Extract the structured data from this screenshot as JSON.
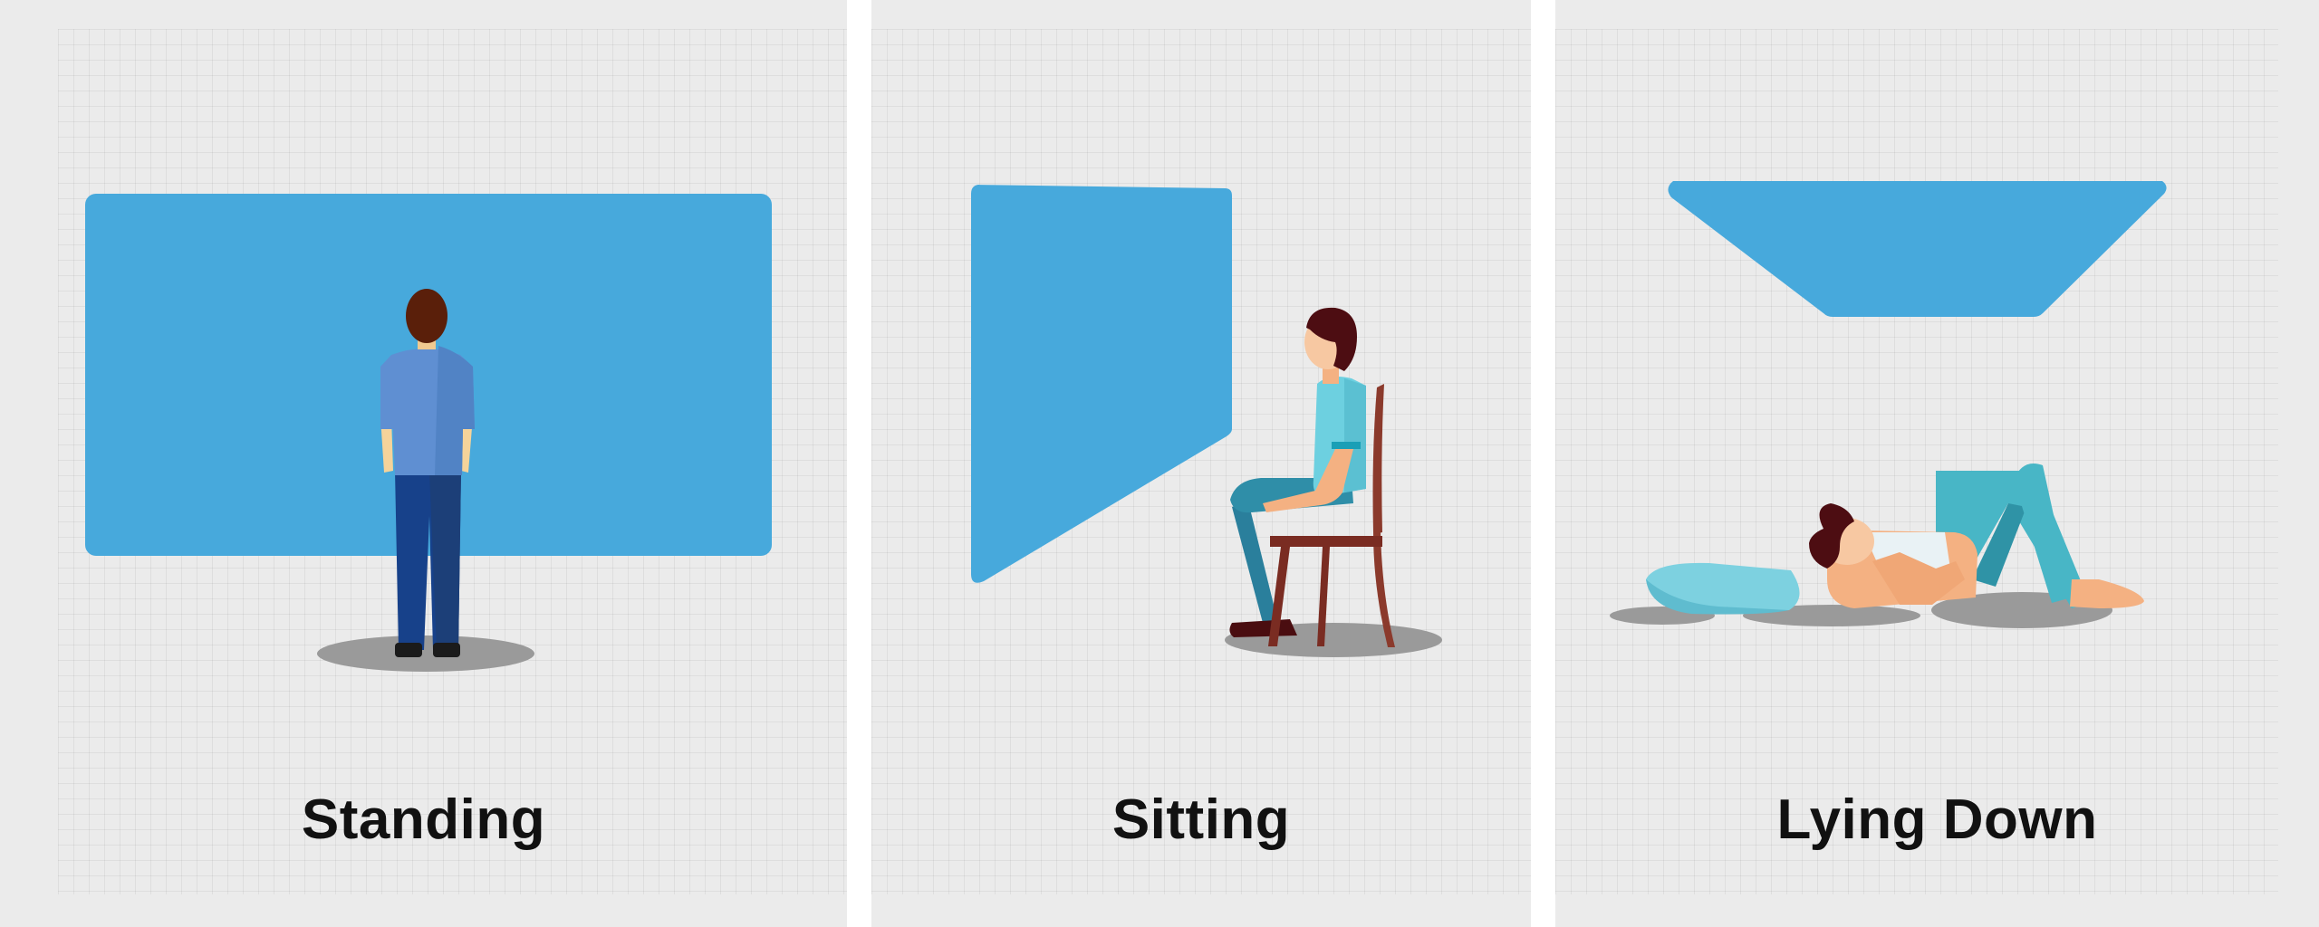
{
  "panels": [
    {
      "id": "standing",
      "caption": "Standing"
    },
    {
      "id": "sitting",
      "caption": "Sitting"
    },
    {
      "id": "lying",
      "caption": "Lying Down"
    }
  ],
  "colors": {
    "background": "#ebebeb",
    "screen": "#47a9dc",
    "divider": "#ffffff",
    "caption": "#111111",
    "shadow": "#9a9a9a"
  }
}
